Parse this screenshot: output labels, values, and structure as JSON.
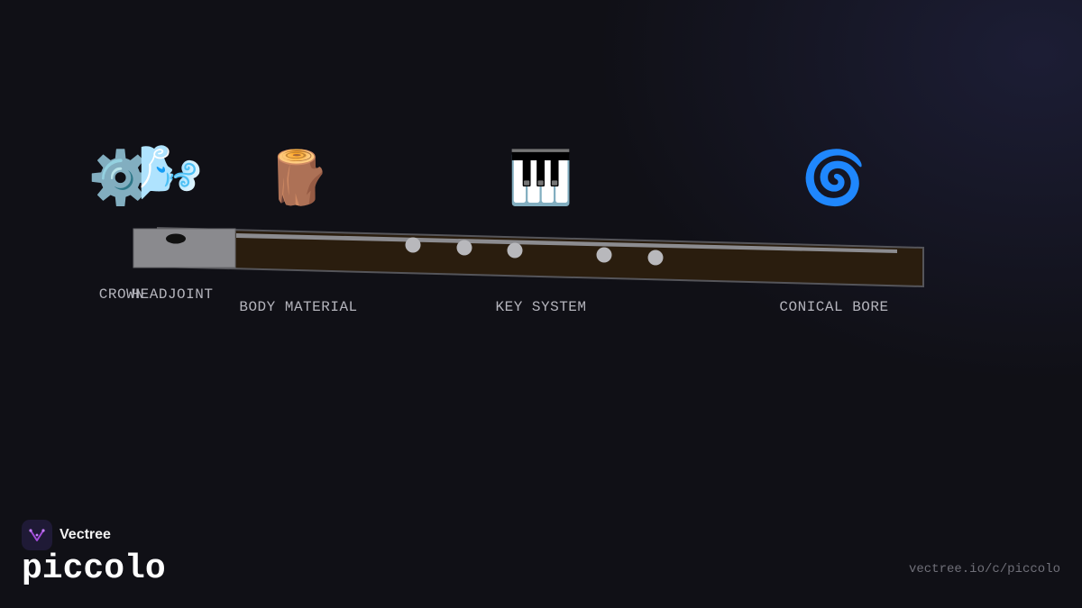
{
  "diagram": {
    "parts": [
      {
        "id": "crown",
        "label": "CROWN",
        "icon": "gear-icon",
        "glyph": "⚙️"
      },
      {
        "id": "headjoint",
        "label": "HEADJOINT",
        "icon": "wind-face-icon",
        "glyph": "🌬️"
      },
      {
        "id": "body-material",
        "label": "BODY MATERIAL",
        "icon": "wood-log-icon",
        "glyph": "🪵"
      },
      {
        "id": "key-system",
        "label": "KEY SYSTEM",
        "icon": "piano-keys-icon",
        "glyph": "🎹"
      },
      {
        "id": "conical-bore",
        "label": "CONICAL BORE",
        "icon": "cyclone-icon",
        "glyph": "🌀"
      }
    ],
    "colors": {
      "body_wood": "#2a1d0e",
      "body_outline": "#55555a",
      "headjoint_metal": "#8a8a8e",
      "key_rod": "#8c8c90",
      "tone_hole_key": "#b8b8bc",
      "embouchure_hole": "#111111"
    }
  },
  "brand": {
    "name": "Vectree",
    "logo_icon": "vectree-logo-icon",
    "accent": "#a24bd8"
  },
  "title": "piccolo",
  "url": "vectree.io/c/piccolo"
}
